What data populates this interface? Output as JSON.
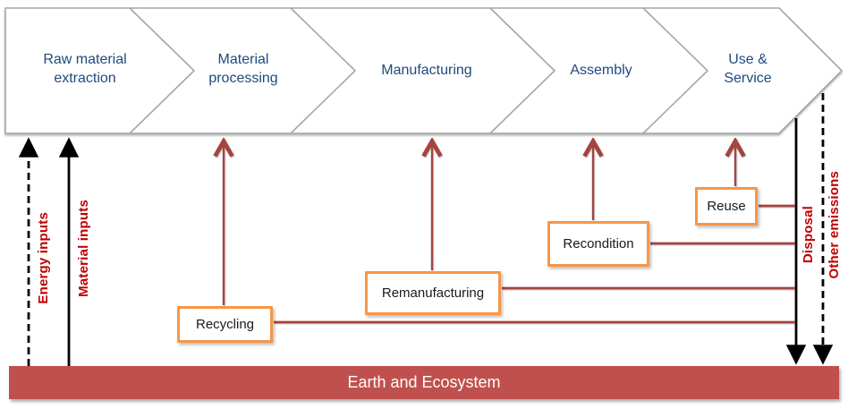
{
  "lifecycle": {
    "stages": [
      {
        "label": "Raw material extraction"
      },
      {
        "label": "Material processing"
      },
      {
        "label": "Manufacturing"
      },
      {
        "label": "Assembly"
      },
      {
        "label": "Use & Service"
      }
    ]
  },
  "inputs": [
    {
      "label": "Energy inputs",
      "line_style": "dashed"
    },
    {
      "label": "Material inputs",
      "line_style": "solid"
    }
  ],
  "outputs": [
    {
      "label": "Disposal",
      "line_style": "solid"
    },
    {
      "label": "Other emissions",
      "line_style": "dashed"
    }
  ],
  "recovery_loops": [
    {
      "label": "Recycling",
      "returns_to": "Material processing"
    },
    {
      "label": "Remanufacturing",
      "returns_to": "Manufacturing"
    },
    {
      "label": "Recondition",
      "returns_to": "Assembly"
    },
    {
      "label": "Reuse",
      "returns_to": "Use & Service"
    }
  ],
  "footer": {
    "label": "Earth and Ecosystem"
  },
  "colors": {
    "stage_text": "#1f497d",
    "stage_border": "#a6a6a6",
    "loop_line": "#a5433f",
    "loop_box_border": "#f79646",
    "io_label_text": "#c00000",
    "flow_line": "#000000",
    "footer_bg": "#c0504d",
    "footer_text": "#ffffff"
  }
}
